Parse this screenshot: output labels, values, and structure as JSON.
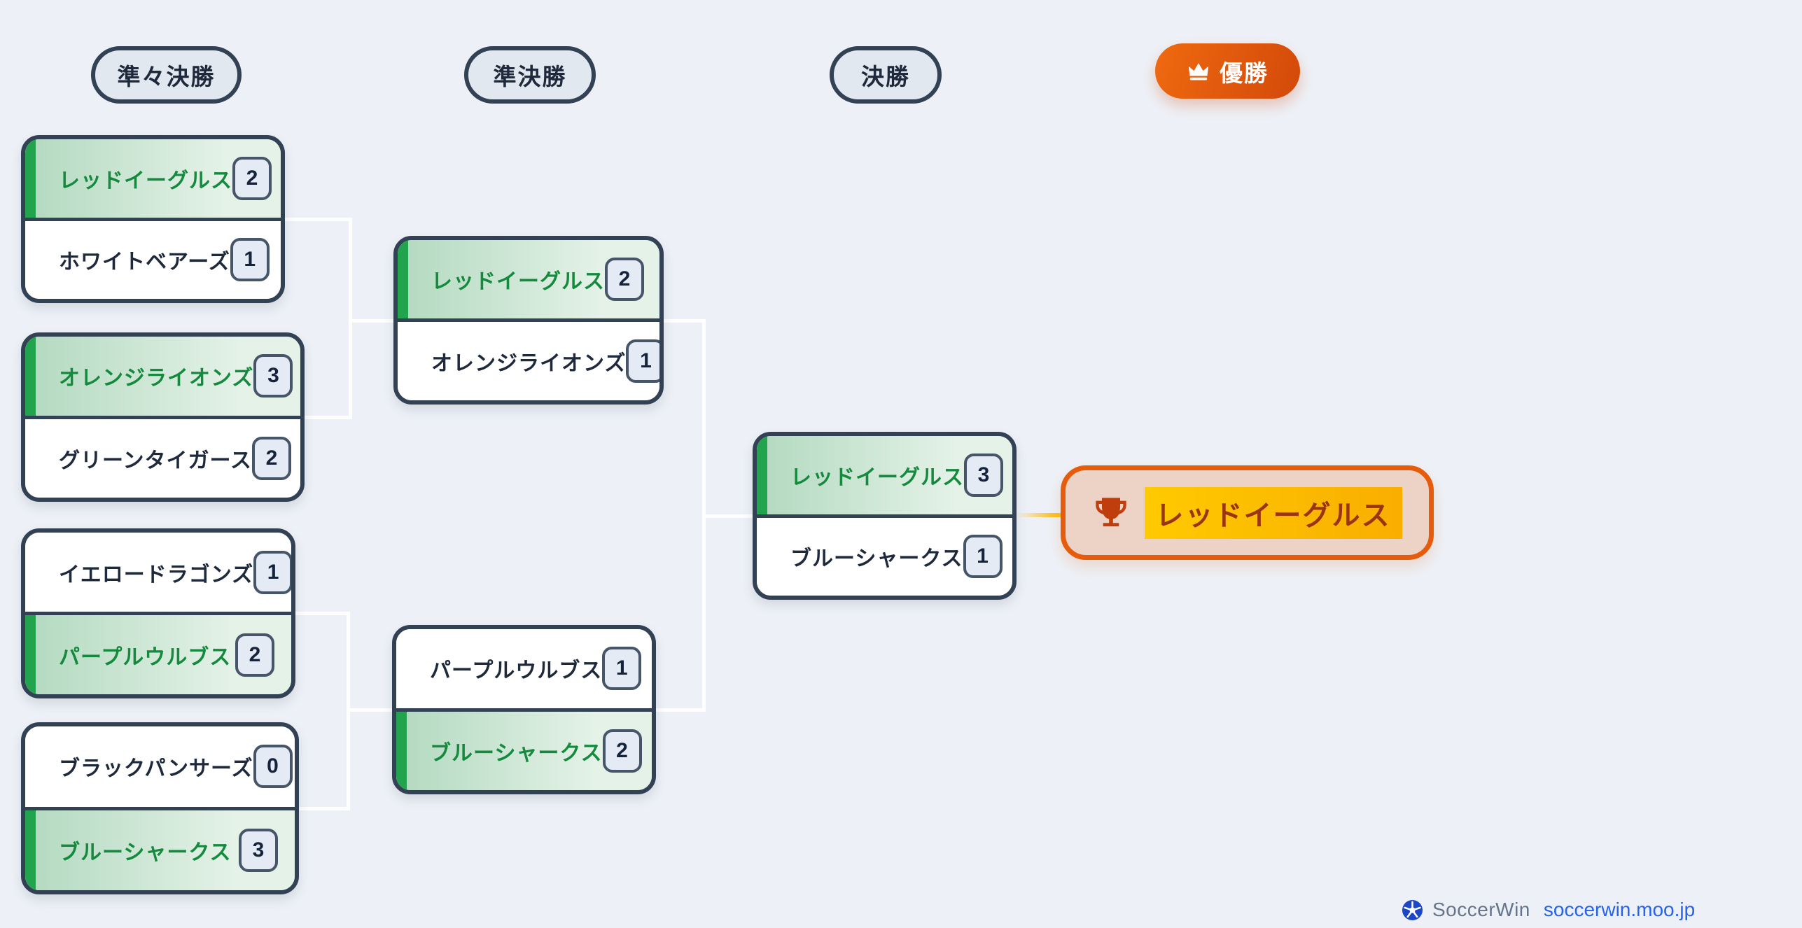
{
  "rounds": [
    {
      "id": "quarterfinal",
      "label": "準々決勝"
    },
    {
      "id": "semifinal",
      "label": "準決勝"
    },
    {
      "id": "final",
      "label": "決勝"
    },
    {
      "id": "champion",
      "label": "優勝"
    }
  ],
  "matches": {
    "quarterfinals": [
      {
        "top": {
          "name": "レッドイーグルス",
          "score": "2",
          "winner": true
        },
        "bottom": {
          "name": "ホワイトベアーズ",
          "score": "1",
          "winner": false
        }
      },
      {
        "top": {
          "name": "オレンジライオンズ",
          "score": "3",
          "winner": true
        },
        "bottom": {
          "name": "グリーンタイガース",
          "score": "2",
          "winner": false
        }
      },
      {
        "top": {
          "name": "イエロードラゴンズ",
          "score": "1",
          "winner": false
        },
        "bottom": {
          "name": "パープルウルブス",
          "score": "2",
          "winner": true
        }
      },
      {
        "top": {
          "name": "ブラックパンサーズ",
          "score": "0",
          "winner": false
        },
        "bottom": {
          "name": "ブルーシャークス",
          "score": "3",
          "winner": true
        }
      }
    ],
    "semifinals": [
      {
        "top": {
          "name": "レッドイーグルス",
          "score": "2",
          "winner": true
        },
        "bottom": {
          "name": "オレンジライオンズ",
          "score": "1",
          "winner": false
        }
      },
      {
        "top": {
          "name": "パープルウルブス",
          "score": "1",
          "winner": false
        },
        "bottom": {
          "name": "ブルーシャークス",
          "score": "2",
          "winner": true
        }
      }
    ],
    "final": {
      "top": {
        "name": "レッドイーグルス",
        "score": "3",
        "winner": true
      },
      "bottom": {
        "name": "ブルーシャークス",
        "score": "1",
        "winner": false
      }
    }
  },
  "champion": {
    "name": "レッドイーグルス"
  },
  "footer": {
    "brand": "SoccerWin",
    "link": "soccerwin.moo.jp"
  },
  "icons": {
    "crown": "crown-icon",
    "trophy": "trophy-icon",
    "soccer_ball": "soccer-ball-icon"
  },
  "colors": {
    "page_background": "#edf1f7",
    "box_border": "#334155",
    "winner_accent": "#22a44f",
    "winner_text": "#158a3e",
    "winner_gradient": [
      "#b2d9bf",
      "#e4f2e7"
    ],
    "score_badge_bg": "#e4ebf4",
    "champion_orange": "#e65c0d",
    "champion_fill": "#ecd3c6",
    "champion_highlight": [
      "#ffca00",
      "#f9ae00"
    ],
    "champion_text": "#9a3412",
    "button_orange": [
      "#ef6a10",
      "#d3490a"
    ],
    "link_blue": "#2563eb",
    "brand_gray": "#64748b"
  }
}
